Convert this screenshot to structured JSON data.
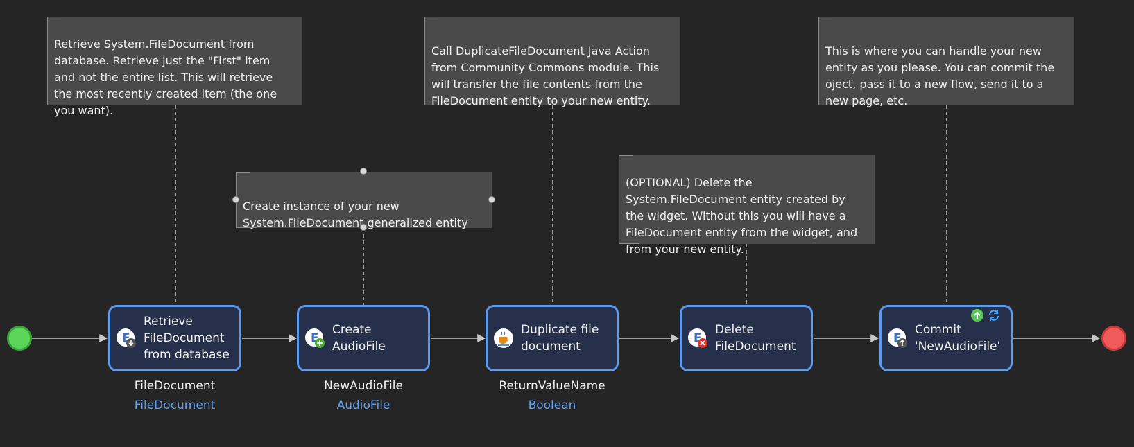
{
  "colors": {
    "background": "#252525",
    "note_bg": "#4a4a4a",
    "activity_bg": "#27304a",
    "activity_border": "#5b9bf0",
    "start_event": "#5bd65b",
    "end_event": "#f05a5a",
    "flow_line": "#c8c8c8",
    "type_text": "#5fa0f0"
  },
  "start_event": {
    "icon": "start-circle"
  },
  "end_event": {
    "icon": "end-circle"
  },
  "annotations": [
    {
      "text": "Retrieve System.FileDocument from\ndatabase. Retrieve just the \"First\" item\nand not the entire list. This will retrieve\nthe most recently created item (the one\nyou want)."
    },
    {
      "text": "Create instance of your new\nSystem.FileDocument generalized entity"
    },
    {
      "text": "Call DuplicateFileDocument Java Action\nfrom Community Commons module. This\nwill transfer the file contents from the\nFileDocument entity to your new entity."
    },
    {
      "text": "(OPTIONAL) Delete the\nSystem.FileDocument entity created by\nthe widget. Without this you will have a\nFileDocument entity from the widget, and\nfrom your new entity."
    },
    {
      "text": "This is where you can handle your new\nentity as you please. You can commit the\noject, pass it to a new flow, send it to a\nnew page, etc."
    }
  ],
  "activities": [
    {
      "label": "Retrieve\nFileDocument\nfrom database",
      "icon": "retrieve-icon",
      "output_name": "FileDocument",
      "output_type": "FileDocument"
    },
    {
      "label": "Create AudioFile",
      "icon": "create-object-icon",
      "output_name": "NewAudioFile",
      "output_type": "AudioFile"
    },
    {
      "label": "Duplicate file\ndocument",
      "icon": "java-action-icon",
      "output_name": "ReturnValueName",
      "output_type": "Boolean"
    },
    {
      "label": "Delete\nFileDocument",
      "icon": "delete-object-icon"
    },
    {
      "label": "Commit\n'NewAudioFile'",
      "icon": "commit-object-icon",
      "badges": [
        "with-events-icon",
        "refresh-in-client-icon"
      ]
    }
  ]
}
